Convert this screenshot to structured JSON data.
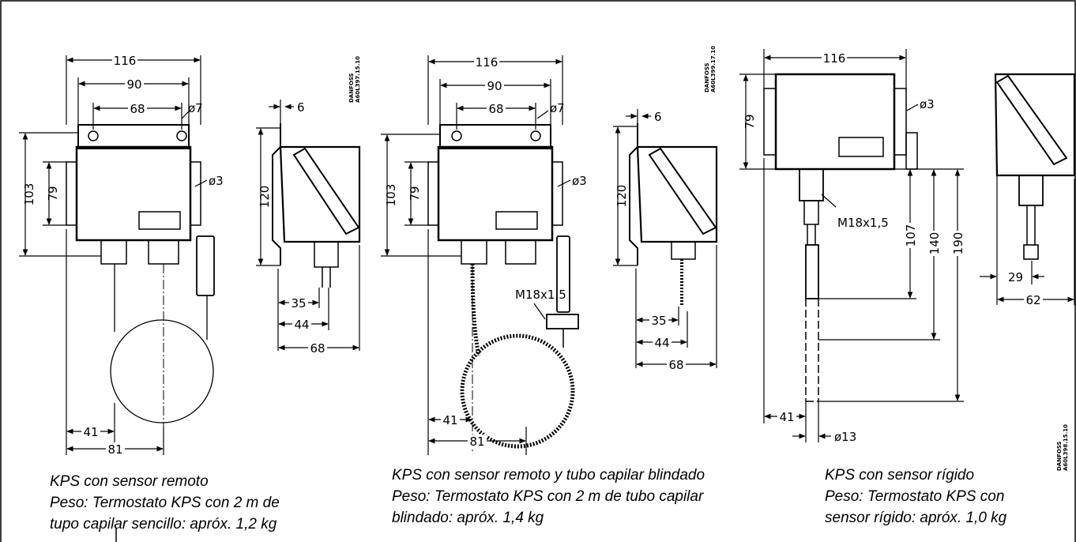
{
  "views": [
    {
      "code": "DANFOSS\nA60L397.15.10",
      "code_lines": [
        "DANFOSS",
        "A60L397.15.10"
      ],
      "dims": {
        "width_total": "116",
        "holes_outer": "90",
        "holes_inner": "68",
        "hole_dia": "ø7",
        "mount_dia": "ø3",
        "height_total": "103",
        "height_body": "79",
        "side_offset": "6",
        "side_height": "120",
        "side_35": "35",
        "side_44": "44",
        "side_68": "68",
        "bottom_41": "41",
        "bottom_81": "81"
      },
      "caption": [
        "KPS con sensor remoto",
        "Peso: Termostato KPS con 2 m de",
        "tupo capilar sencillo: apróx. 1,2 kg"
      ]
    },
    {
      "code_lines": [
        "DANFOSS",
        "A60L399.17.10"
      ],
      "dims": {
        "width_total": "116",
        "holes_outer": "90",
        "holes_inner": "68",
        "hole_dia": "ø7",
        "mount_dia": "ø3",
        "height_total": "103",
        "height_body": "79",
        "thread": "M18x1,5",
        "side_offset": "6",
        "side_height": "120",
        "side_35": "35",
        "side_44": "44",
        "side_68": "68",
        "bottom_41": "41",
        "bottom_81": "81"
      },
      "caption": [
        "KPS con sensor remoto y tubo capilar blindado",
        "Peso: Termostato KPS con 2 m de tubo capilar",
        "blindado: apróx. 1,4 kg"
      ]
    },
    {
      "code_lines": [
        "DANFOSS",
        "A60L398.15.10"
      ],
      "dims": {
        "width_total": "116",
        "height_body": "79",
        "mount_dia": "ø3",
        "thread": "M18x1,5",
        "len_107": "107",
        "len_140": "140",
        "len_190": "190",
        "bottom_41": "41",
        "sensor_dia": "ø13",
        "side_29": "29",
        "side_62": "62"
      },
      "caption": [
        "KPS con sensor rígido",
        "Peso: Termostato KPS con",
        "sensor rígido: apróx. 1,0 kg"
      ]
    }
  ]
}
